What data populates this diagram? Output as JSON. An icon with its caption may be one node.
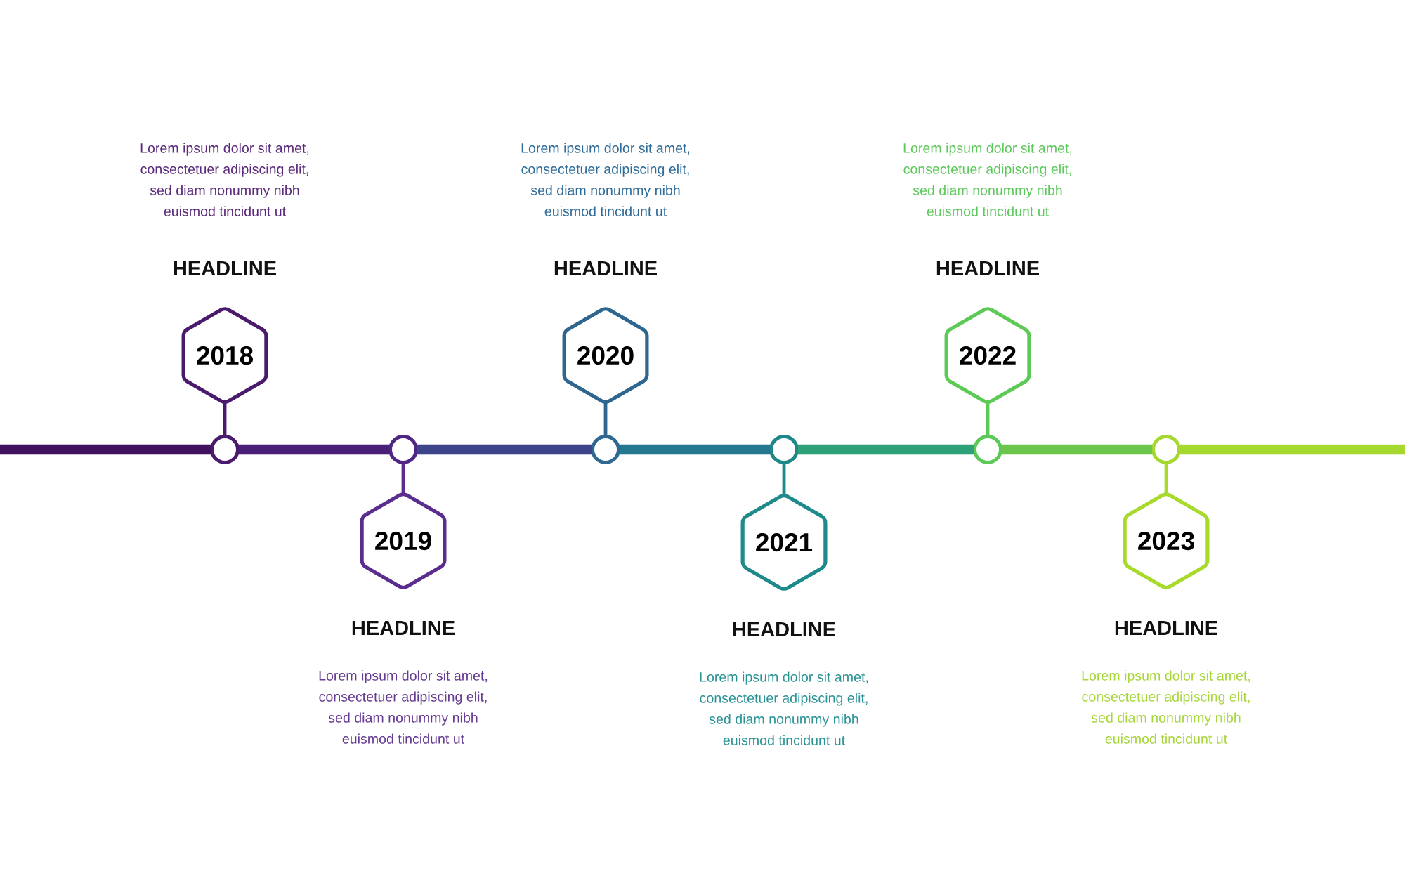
{
  "diagram": {
    "nodes": [
      {
        "text": [
          "2018"
        ],
        "beside": [
          "HEADLINE",
          "Lorem ipsum dolor sit amet, consectetuer adipiscing elit, sed diam nonummy nibh euismod tincidunt ut"
        ]
      },
      {
        "text": [
          "2019"
        ],
        "beside": [
          "HEADLINE",
          "Lorem ipsum dolor sit amet, consectetuer adipiscing elit, sed diam nonummy nibh euismod tincidunt ut"
        ]
      },
      {
        "text": [
          "2020"
        ],
        "beside": [
          "HEADLINE",
          "Lorem ipsum dolor sit amet, consectetuer adipiscing elit, sed diam nonummy nibh euismod tincidunt ut"
        ]
      },
      {
        "text": [
          "2021"
        ],
        "beside": [
          "HEADLINE",
          "Lorem ipsum dolor sit amet, consectetuer adipiscing elit, sed diam nonummy nibh euismod tincidunt ut"
        ]
      },
      {
        "text": [
          "2022"
        ],
        "beside": [
          "HEADLINE",
          "Lorem ipsum dolor sit amet, consectetuer adipiscing elit, sed diam nonummy nibh euismod tincidunt ut"
        ]
      },
      {
        "text": [
          "2023"
        ],
        "beside": [
          "HEADLINE",
          "Lorem ipsum dolor sit amet, consectetuer adipiscing elit, sed diam nonummy nibh euismod tincidunt ut"
        ]
      },
      {
        "text": [],
        "shape": "circle"
      },
      {
        "text": [],
        "shape": "circle"
      },
      {
        "text": [],
        "shape": "circle"
      },
      {
        "text": [],
        "shape": "circle"
      },
      {
        "text": [],
        "shape": "circle"
      },
      {
        "text": [],
        "shape": "circle"
      }
    ],
    "edges": [
      {
        "from": 0,
        "to": 6,
        "arrow": "none",
        "color": "#4a1b6d"
      },
      {
        "from": 1,
        "to": 7,
        "arrow": "none",
        "color": "#5a2d8e"
      },
      {
        "from": 2,
        "to": 8,
        "arrow": "none",
        "color": "#2e6690"
      },
      {
        "from": 3,
        "to": 9,
        "arrow": "none",
        "color": "#1e8a8c"
      },
      {
        "from": 4,
        "to": 10,
        "arrow": "none",
        "color": "#5dca55"
      },
      {
        "from": 5,
        "to": 11,
        "arrow": "none",
        "color": "#a8da2c"
      },
      {
        "from": null,
        "to": 6,
        "arrow": "none",
        "style": "thick",
        "color": "#40115f"
      },
      {
        "from": 6,
        "to": 7,
        "arrow": "none",
        "style": "thick",
        "color": "#4a1f77"
      },
      {
        "from": 7,
        "to": 8,
        "arrow": "none",
        "style": "thick",
        "color": "#3d458a"
      },
      {
        "from": 8,
        "to": 9,
        "arrow": "none",
        "style": "thick",
        "color": "#267890"
      },
      {
        "from": 9,
        "to": 10,
        "arrow": "none",
        "style": "thick",
        "color": "#2ea178"
      },
      {
        "from": 10,
        "to": 11,
        "arrow": "none",
        "style": "thick",
        "color": "#6cc64b"
      },
      {
        "from": 11,
        "to": null,
        "arrow": "none",
        "style": "thick",
        "color": "#a6d92f"
      }
    ]
  }
}
